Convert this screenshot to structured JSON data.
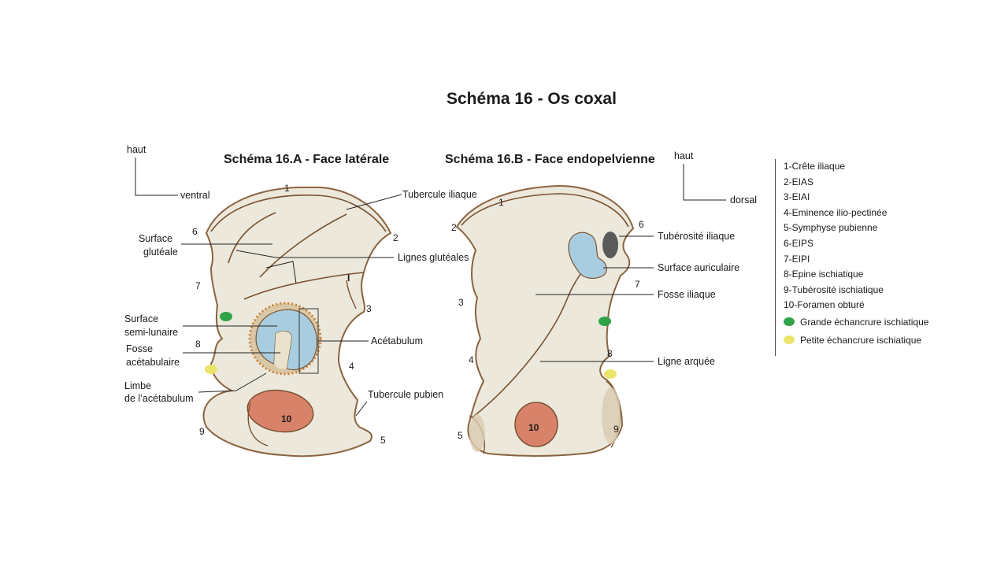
{
  "title": "Schéma 16 - Os coxal",
  "panels": {
    "lateral": {
      "title": "Schéma 16.A - Face latérale",
      "orientation": {
        "up": "haut",
        "side": "ventral"
      },
      "labels": {
        "tubercule_iliaque": "Tubercule iliaque",
        "surface_gluteale_1": "Surface",
        "surface_gluteale_2": "glutéale",
        "lignes_gluteales": "Lignes glutéales",
        "surface_semi_lunaire_1": "Surface",
        "surface_semi_lunaire_2": "semi-lunaire",
        "fosse_acetabulaire_1": "Fosse",
        "fosse_acetabulaire_2": "acétabulaire",
        "acetabulum": "Acétabulum",
        "limbe_1": "Limbe",
        "limbe_2": "de l’acétabulum",
        "tubercule_pubien": "Tubercule pubien"
      },
      "numbers": {
        "n1": "1",
        "n2": "2",
        "n3": "3",
        "n4": "4",
        "n5": "5",
        "n6": "6",
        "n7": "7",
        "n8": "8",
        "n9": "9",
        "n10": "10",
        "roman": "I"
      }
    },
    "endopelvic": {
      "title": "Schéma 16.B - Face endopelvienne",
      "orientation": {
        "up": "haut",
        "side": "dorsal"
      },
      "labels": {
        "tuberosite_iliaque": "Tubérosité iliaque",
        "surface_auriculaire": "Surface auriculaire",
        "fosse_iliaque": "Fosse iliaque",
        "ligne_arquee": "Ligne arquée"
      },
      "numbers": {
        "n1": "1",
        "n2": "2",
        "n3": "3",
        "n4": "4",
        "n5": "5",
        "n6": "6",
        "n7": "7",
        "n8": "8",
        "n9": "9",
        "n10": "10"
      }
    }
  },
  "legend": {
    "items": [
      "1-Crête iliaque",
      "2-EIAS",
      "3-EIAI",
      "4-Eminence ilio-pectinée",
      "5-Symphyse pubienne",
      "6-EIPS",
      "7-EIPI",
      "8-Epine ischiatique",
      "9-Tubérosité ischiatique",
      "10-Foramen obturé"
    ],
    "grande": {
      "label": "Grande échancrure ischiatique",
      "color": "#2fa347"
    },
    "petite": {
      "label": "Petite échancrure ischiatique",
      "color": "#ece46a"
    }
  },
  "colors": {
    "bone": "#ece8dc",
    "outline": "#7a5230",
    "cartilage": "#a9cde0",
    "foramen": "#d9826a",
    "tuberosity": "#5a5a5a"
  }
}
